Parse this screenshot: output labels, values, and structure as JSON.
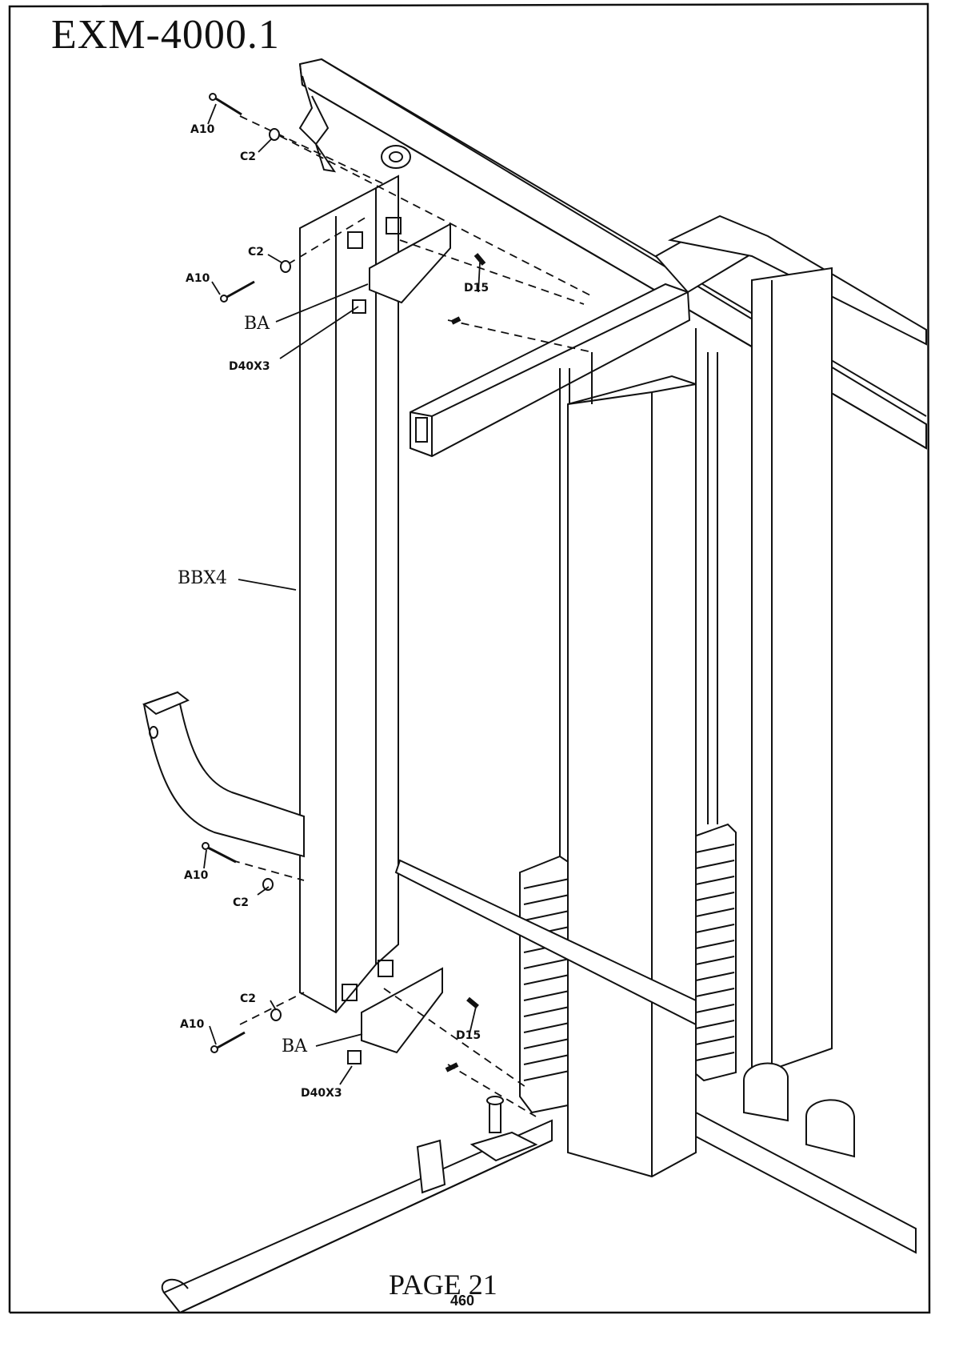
{
  "title": "EXM-4000.1",
  "page_label": "PAGE 21",
  "page_number_sub": "460",
  "callouts": {
    "a10_top": "A10",
    "c2_top": "C2",
    "c2_upper": "C2",
    "a10_upper": "A10",
    "ba_upper": "BA",
    "d15_upper": "D15",
    "d40x3_upper": "D40X3",
    "bbx4": "BBX4",
    "a10_lower": "A10",
    "c2_lower": "C2",
    "c2_bottom": "C2",
    "a10_bottom": "A10",
    "ba_lower": "BA",
    "d15_lower": "D15",
    "d40x3_lower": "D40X3"
  }
}
